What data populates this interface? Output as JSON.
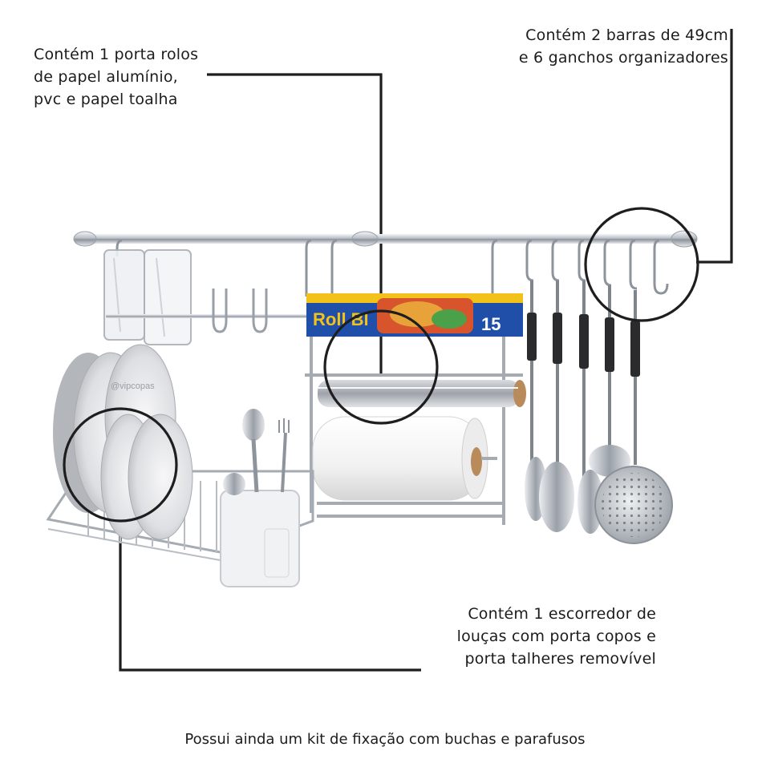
{
  "callouts": {
    "top_left": [
      "Contém 1 porta rolos",
      "de papel alumínio,",
      "pvc e papel toalha"
    ],
    "top_right": [
      "Contém 2 barras de 49cm",
      "e 6 ganchos organizadores"
    ],
    "bottom_right": [
      "Contém 1 escorredor de",
      "louças com porta copos e",
      "porta talheres removível"
    ]
  },
  "footer": "Possui ainda um kit de fixação com buchas e parafusos",
  "product_labels": {
    "foil_brand": "Roll Bl",
    "foil_count": "15",
    "plate_brand": "@vipcopas"
  },
  "colors": {
    "leader_line": "#1e1e1e",
    "chrome": "#c8ccd2",
    "foil_box_blue": "#1f4fa8",
    "foil_box_yellow": "#f2c21a"
  }
}
